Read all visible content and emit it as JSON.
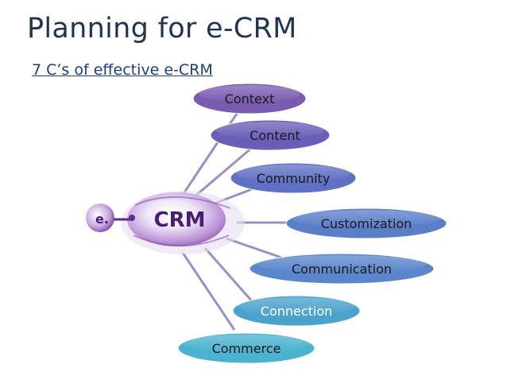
{
  "title": "Planning for e-CRM",
  "subtitle": "7 C’s of effective e-CRM",
  "hub": {
    "prefix": "e.",
    "label": "CRM"
  },
  "nodes": [
    {
      "label": "Context",
      "fill": "#7b5bb0",
      "text_color": "#1a1a1a"
    },
    {
      "label": "Content",
      "fill": "#6a5fb8",
      "text_color": "#1a1a1a"
    },
    {
      "label": "Community",
      "fill": "#6070c4",
      "text_color": "#1a1a1a"
    },
    {
      "label": "Customization",
      "fill": "#5b7ec9",
      "text_color": "#1a1a1a"
    },
    {
      "label": "Communication",
      "fill": "#5b86cb",
      "text_color": "#1a1a1a"
    },
    {
      "label": "Connection",
      "fill": "#4aa2cd",
      "text_color": "#ffffff"
    },
    {
      "label": "Commerce",
      "fill": "#4bb2cf",
      "text_color": "#1a1a1a"
    }
  ]
}
